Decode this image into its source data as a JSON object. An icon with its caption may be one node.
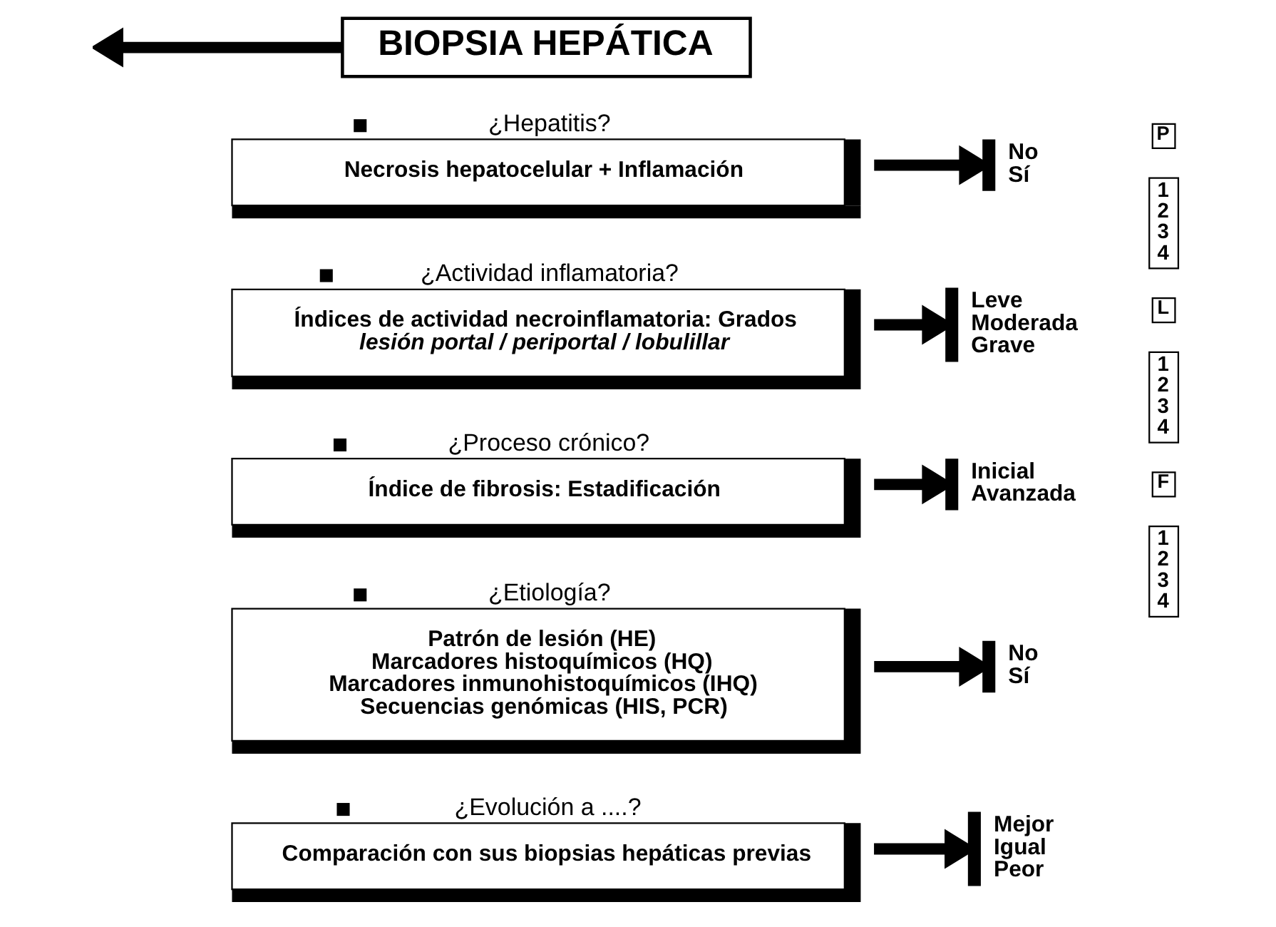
{
  "diagram": {
    "nodes": [
      {
        "text": [
          "BIOPSIA HEPÁTICA"
        ]
      },
      {
        "text": [
          "¿Hepatitis?",
          "Necrosis hepatocelular + Inflamación"
        ]
      },
      {
        "text": [],
        "shape": "bar",
        "beside": [
          "No",
          "Sí"
        ]
      },
      {
        "text": [
          "P"
        ]
      },
      {
        "text": [
          "L"
        ]
      },
      {
        "text": [
          "¿Actividad inflamatoria?",
          "Índices de actividad necroinflamatoria: Grados",
          "lesión portal / periportal / lobulillar"
        ]
      },
      {
        "text": [],
        "shape": "bar",
        "beside": [
          "Leve",
          "Moderada",
          "Grave"
        ]
      },
      {
        "text": [
          "1 2 3 4"
        ]
      },
      {
        "text": [
          "1 2 3 4"
        ]
      },
      {
        "text": [
          "F"
        ]
      },
      {
        "text": [
          "¿Proceso crónico?",
          "Índice de fibrosis: Estadificación"
        ]
      },
      {
        "text": [],
        "shape": "bar",
        "beside": [
          "Inicial",
          "Avanzada"
        ]
      },
      {
        "text": [
          "1 2 3 4"
        ]
      },
      {
        "text": [
          "¿Etiología?",
          "Patrón de lesión (HE)",
          "Marcadores histoquímicos (HQ)",
          "Marcadores inmunohistoquímicos (IHQ)",
          "Secuencias genómicas (HIS, PCR)"
        ]
      },
      {
        "text": [],
        "shape": "bar",
        "beside": [
          "No",
          "Sí"
        ]
      },
      {
        "text": [
          "¿Evolución a ....?",
          "Comparación con sus biopsias hepáticas previas"
        ]
      },
      {
        "text": [],
        "shape": "bar",
        "beside": [
          "Mejor",
          "Igual",
          "Peor"
        ]
      }
    ],
    "edges": [
      {
        "from": 0,
        "to": null,
        "arrow": "to"
      },
      {
        "from": 1,
        "to": 2,
        "arrow": "to"
      },
      {
        "from": 5,
        "to": 6,
        "arrow": "to"
      },
      {
        "from": 10,
        "to": 11,
        "arrow": "to"
      },
      {
        "from": 13,
        "to": 14,
        "arrow": "to"
      },
      {
        "from": 15,
        "to": 16,
        "arrow": "to"
      }
    ]
  }
}
